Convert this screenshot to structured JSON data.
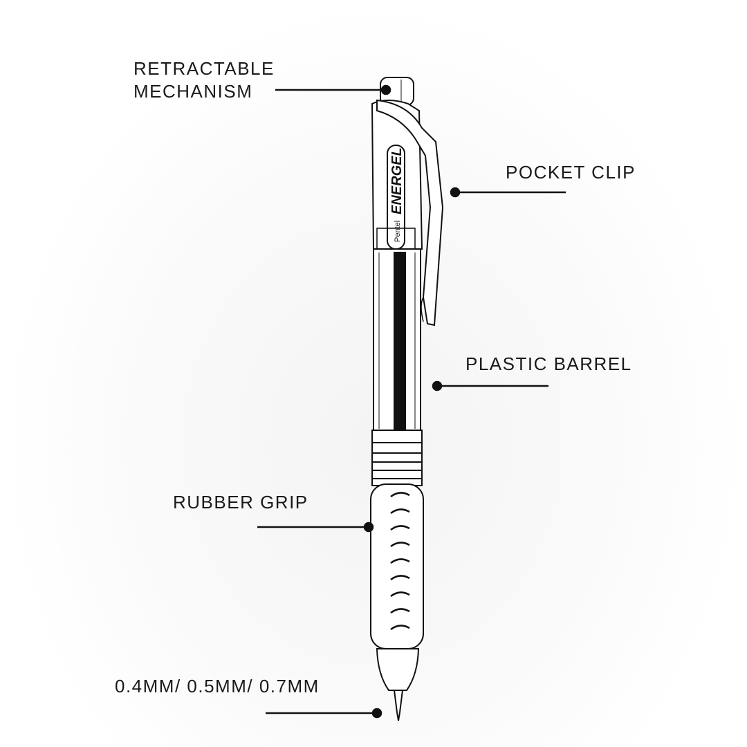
{
  "labels": {
    "mechanism_line1": "RETRACTABLE",
    "mechanism_line2": "MECHANISM",
    "pocket_clip": "POCKET CLIP",
    "plastic_barrel": "PLASTIC BARREL",
    "rubber_grip": "RUBBER GRIP",
    "tip_sizes": "0.4MM/ 0.5MM/ 0.7MM"
  },
  "pen_branding": {
    "brand": "Pentel",
    "model": "ENERGEL"
  },
  "colors": {
    "ink": "#111111",
    "background": "#ffffff"
  }
}
